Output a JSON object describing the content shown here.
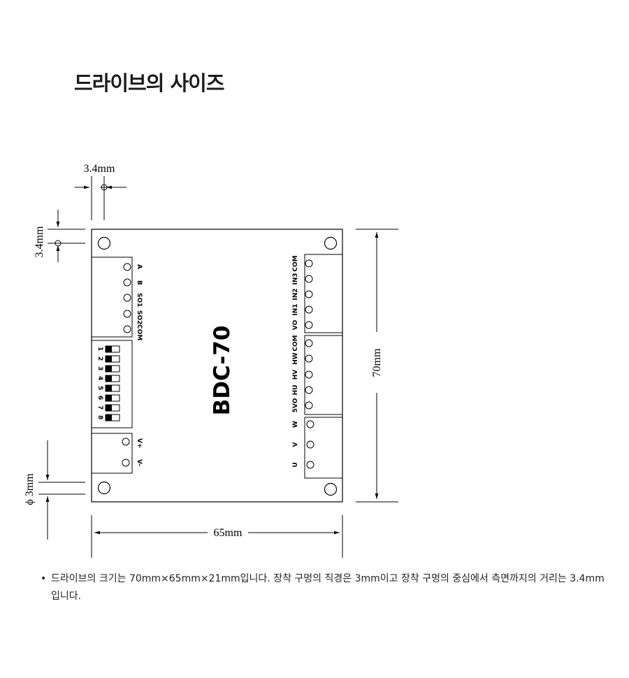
{
  "page": {
    "title": "드라이브의 사이즈"
  },
  "diagram": {
    "model": "BDC-70",
    "dims": {
      "hole_offset_top": "3.4mm",
      "hole_offset_left": "3.4mm",
      "hole_diameter": "ϕ 3mm",
      "height": "70mm",
      "width": "65mm"
    },
    "left_terminal_1": [
      "A",
      "B",
      "SO1",
      "SO2",
      "COM"
    ],
    "dip_switch_numbers": [
      "1",
      "2",
      "3",
      "4",
      "5",
      "6",
      "7",
      "8"
    ],
    "left_terminal_2": [
      "V+",
      "V-"
    ],
    "right_terminal_1": [
      "COM",
      "IN3",
      "IN2",
      "IN1",
      "VO"
    ],
    "right_terminal_2": [
      "COM",
      "HW",
      "HV",
      "HU",
      "5VO"
    ],
    "right_terminal_3": [
      "W",
      "V",
      "U"
    ]
  },
  "notes": [
    "드라이브의 크기는 70mm×65mm×21mm입니다. 장착 구멍의 직경은 3mm이고 장착 구멍의 중심에서 측면까지의 거리는 3.4mm입니다."
  ]
}
